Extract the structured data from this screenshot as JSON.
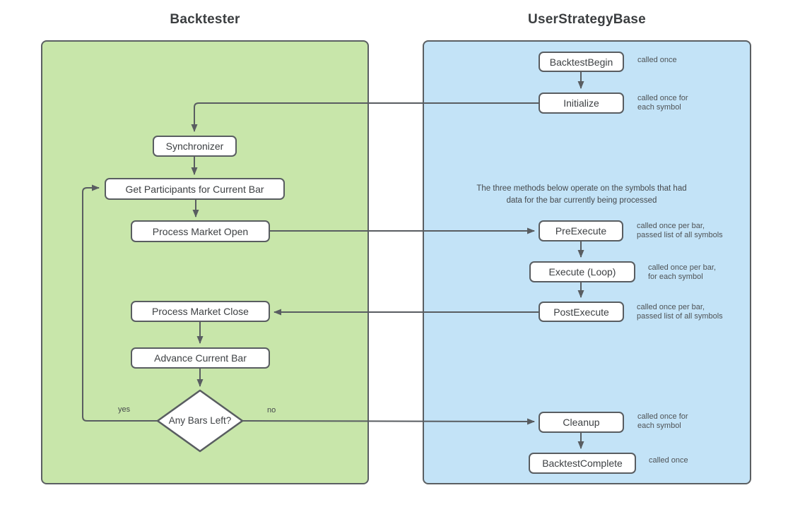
{
  "titles": {
    "left": "Backtester",
    "right": "UserStrategyBase"
  },
  "nodes": {
    "synchronizer": {
      "label": "Synchronizer"
    },
    "get_participants": {
      "label": "Get Participants for Current Bar"
    },
    "process_market_open": {
      "label": "Process Market Open"
    },
    "process_market_close": {
      "label": "Process Market Close"
    },
    "advance_current_bar": {
      "label": "Advance Current Bar"
    },
    "any_bars_left": {
      "label": "Any Bars Left?"
    },
    "backtest_begin": {
      "label": "BacktestBegin"
    },
    "initialize": {
      "label": "Initialize"
    },
    "pre_execute": {
      "label": "PreExecute"
    },
    "execute_loop": {
      "label": "Execute (Loop)"
    },
    "post_execute": {
      "label": "PostExecute"
    },
    "cleanup": {
      "label": "Cleanup"
    },
    "backtest_complete": {
      "label": "BacktestComplete"
    }
  },
  "annotations": {
    "backtest_begin": "called once",
    "initialize": "called once for\neach symbol",
    "pre_execute": "called once per bar,\npassed list of all symbols",
    "execute_loop": "called once per bar,\nfor each symbol",
    "post_execute": "called once per bar,\npassed list of all symbols",
    "cleanup": "called once for\neach symbol",
    "backtest_complete": "called once"
  },
  "note": "The three methods below operate on the symbols that had\ndata for the bar currently being processed",
  "edge_labels": {
    "yes": "yes",
    "no": "no"
  },
  "colors": {
    "panel_green": "#c8e6aa",
    "panel_blue": "#c3e3f7",
    "stroke": "#595d61",
    "node_fill": "#ffffff",
    "text": "#3d4043"
  }
}
